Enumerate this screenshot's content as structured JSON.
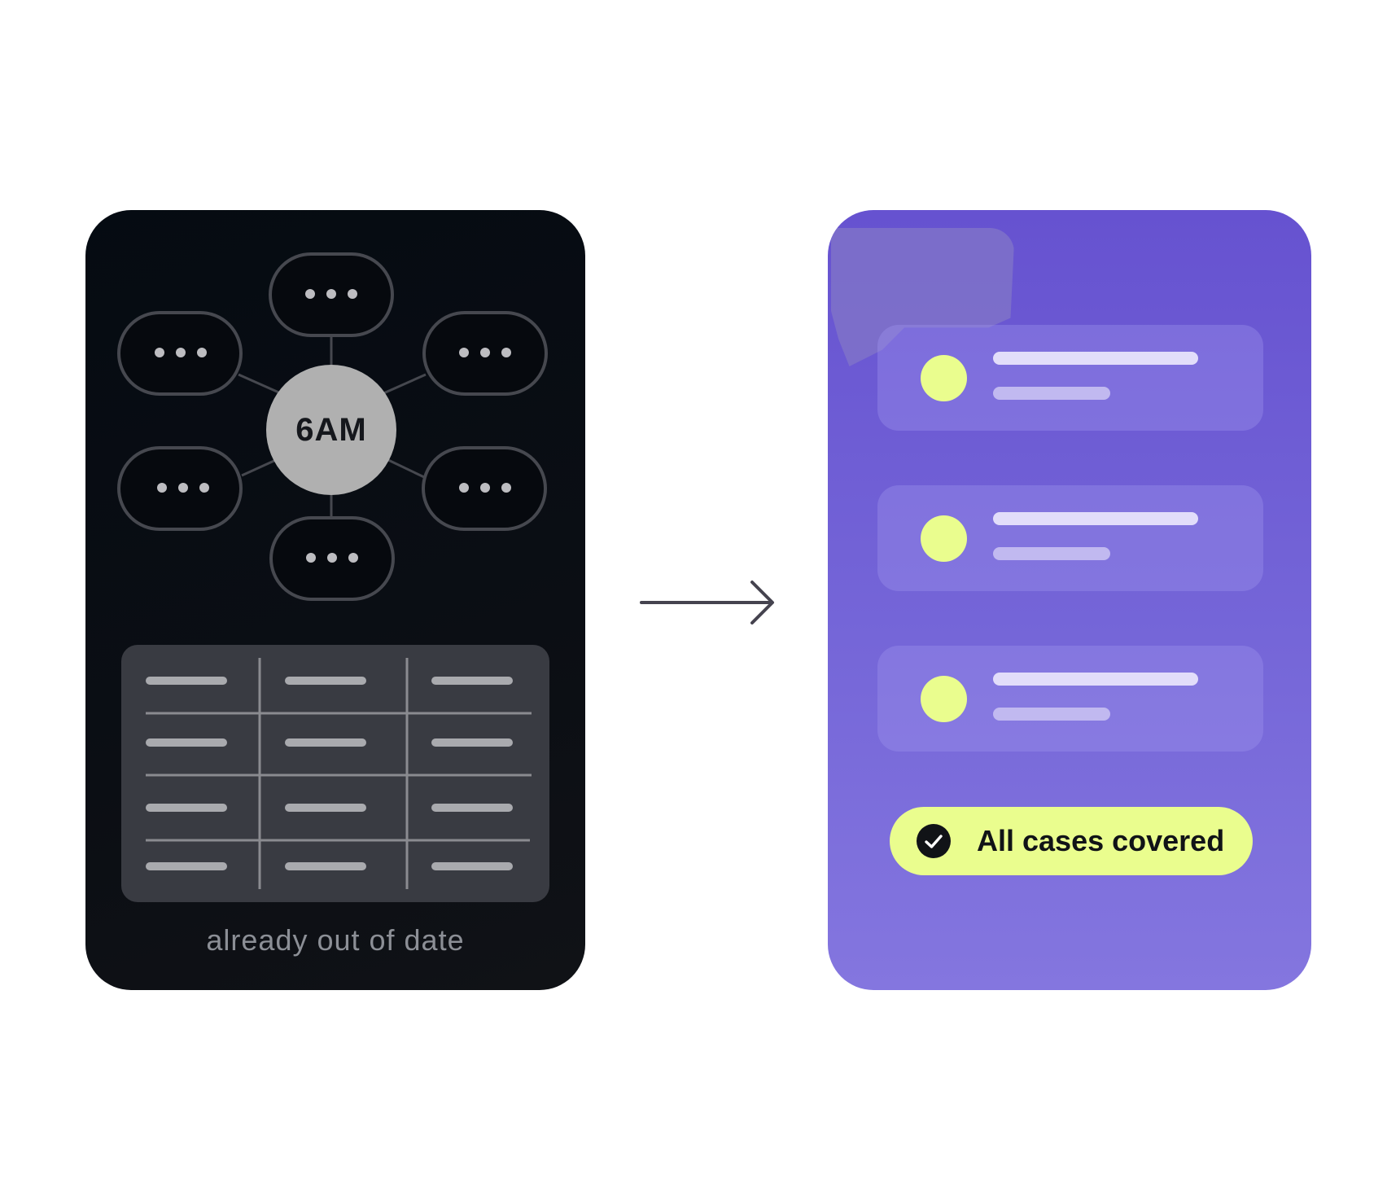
{
  "left_card": {
    "hub_label": "6AM",
    "node_text": "• • •",
    "caption": "already out of date"
  },
  "right_card": {
    "case_items": [
      {
        "kind": "case-item"
      },
      {
        "kind": "case-item"
      },
      {
        "kind": "case-item"
      }
    ],
    "status_label": "All cases covered"
  },
  "colors": {
    "dark_card": "#0b0e14",
    "node_border": "#46484f",
    "hub_fill": "#b0b0b0",
    "table_bg": "#393b42",
    "purple_card": "#6d5dd6",
    "accent_lime": "#eafd8e",
    "arrow": "#45434f"
  },
  "icons": {
    "arrow": "arrow-right-icon",
    "check": "check-circle-icon"
  }
}
